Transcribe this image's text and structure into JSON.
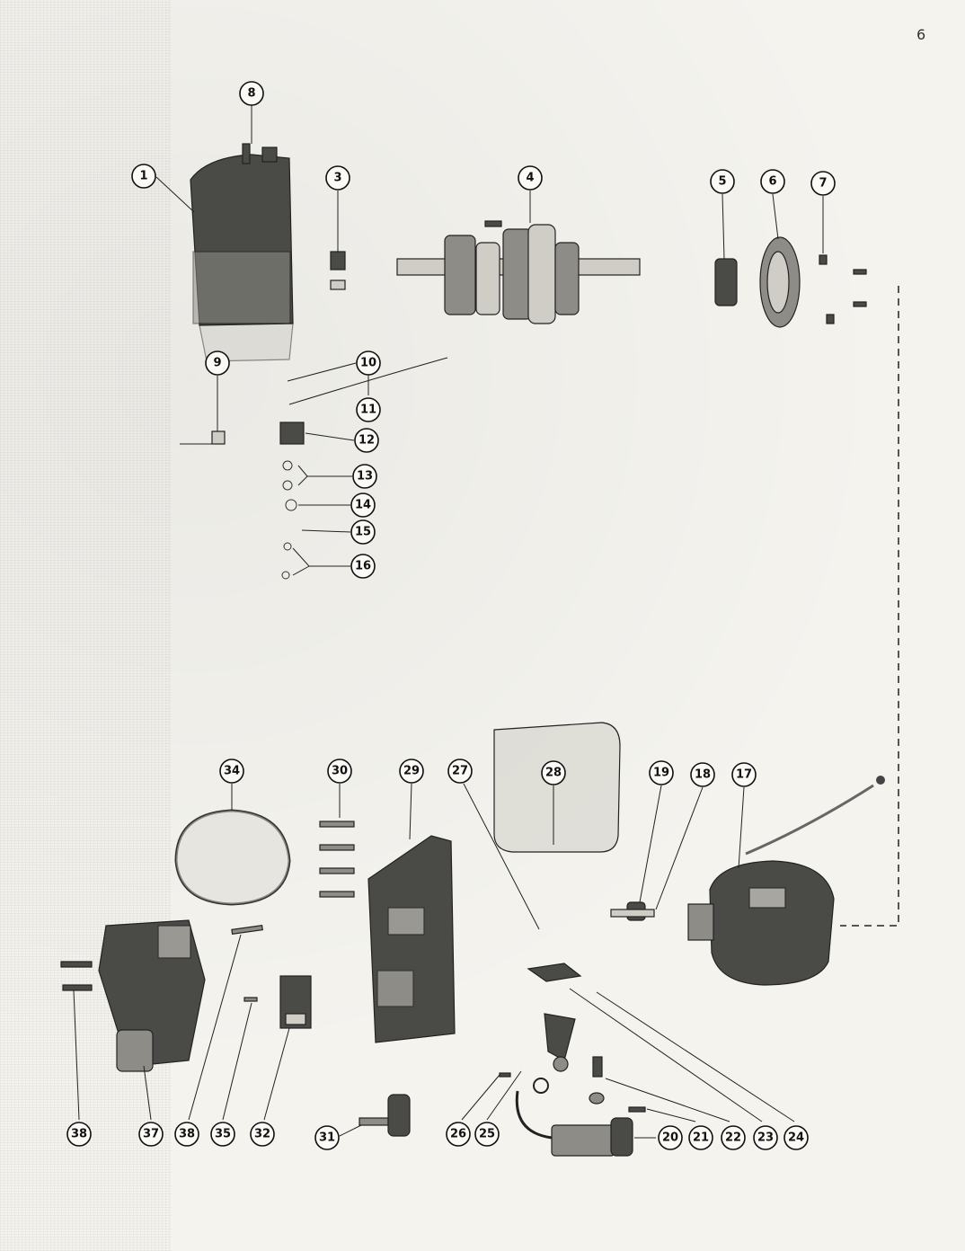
{
  "page_mark": "6",
  "callouts": [
    {
      "id": "1",
      "label": "1"
    },
    {
      "id": "8",
      "label": "8"
    },
    {
      "id": "3",
      "label": "3"
    },
    {
      "id": "4",
      "label": "4"
    },
    {
      "id": "5",
      "label": "5"
    },
    {
      "id": "6",
      "label": "6"
    },
    {
      "id": "7",
      "label": "7"
    },
    {
      "id": "9",
      "label": "9"
    },
    {
      "id": "10",
      "label": "10"
    },
    {
      "id": "11",
      "label": "11"
    },
    {
      "id": "12",
      "label": "12"
    },
    {
      "id": "13",
      "label": "13"
    },
    {
      "id": "14",
      "label": "14"
    },
    {
      "id": "15",
      "label": "15"
    },
    {
      "id": "16",
      "label": "16"
    },
    {
      "id": "34",
      "label": "34"
    },
    {
      "id": "30",
      "label": "30"
    },
    {
      "id": "29",
      "label": "29"
    },
    {
      "id": "27",
      "label": "27"
    },
    {
      "id": "28",
      "label": "28"
    },
    {
      "id": "19",
      "label": "19"
    },
    {
      "id": "18",
      "label": "18"
    },
    {
      "id": "17",
      "label": "17"
    },
    {
      "id": "38a",
      "label": "38"
    },
    {
      "id": "37",
      "label": "37"
    },
    {
      "id": "38b",
      "label": "38"
    },
    {
      "id": "35",
      "label": "35"
    },
    {
      "id": "32",
      "label": "32"
    },
    {
      "id": "31",
      "label": "31"
    },
    {
      "id": "26",
      "label": "26"
    },
    {
      "id": "25",
      "label": "25"
    },
    {
      "id": "20",
      "label": "20"
    },
    {
      "id": "21",
      "label": "21"
    },
    {
      "id": "22",
      "label": "22"
    },
    {
      "id": "23",
      "label": "23"
    },
    {
      "id": "24",
      "label": "24"
    }
  ]
}
